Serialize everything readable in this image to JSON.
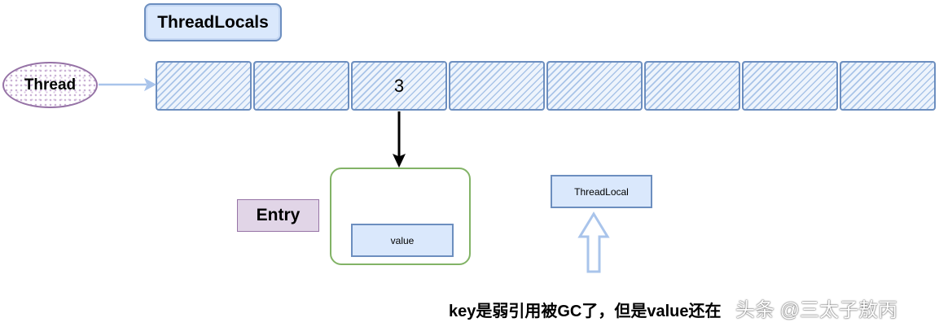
{
  "title": "ThreadLocals",
  "thread_label": "Thread",
  "slots": [
    "",
    "",
    "3",
    "",
    "",
    "",
    "",
    ""
  ],
  "entry_label": "Entry",
  "value_label": "value",
  "threadlocal_label": "ThreadLocal",
  "caption": "key是弱引用被GC了，但是value还在",
  "watermark": "头条 @三太子敖丙",
  "colors": {
    "blue_fill": "#dae8fc",
    "blue_stroke": "#6c8ebf",
    "purple_fill": "#e1d5e7",
    "purple_stroke": "#9673a6",
    "green_stroke": "#82b366",
    "arrow_light": "#a9c4eb"
  }
}
